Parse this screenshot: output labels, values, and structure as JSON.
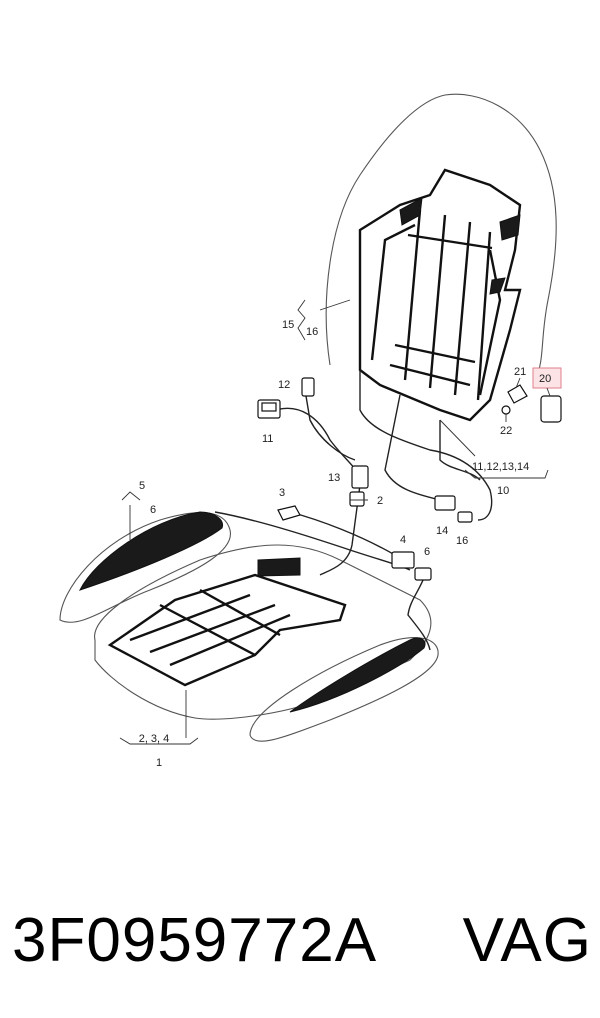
{
  "callouts": {
    "c1": "1",
    "c234": "2, 3, 4",
    "c2": "2",
    "c3": "3",
    "c4": "4",
    "c5": "5",
    "c6a": "6",
    "c6b": "6",
    "c10": "10",
    "c1114": "11,12,13,14",
    "c11": "11",
    "c12": "12",
    "c13": "13",
    "c14": "14",
    "c15": "15",
    "c16a": "16",
    "c16b": "16",
    "c20": "20",
    "c21": "21",
    "c22": "22"
  },
  "highlight_color": "#fbe3e6",
  "caption": {
    "part_number": "3F0959772A",
    "brand": "VAG"
  }
}
